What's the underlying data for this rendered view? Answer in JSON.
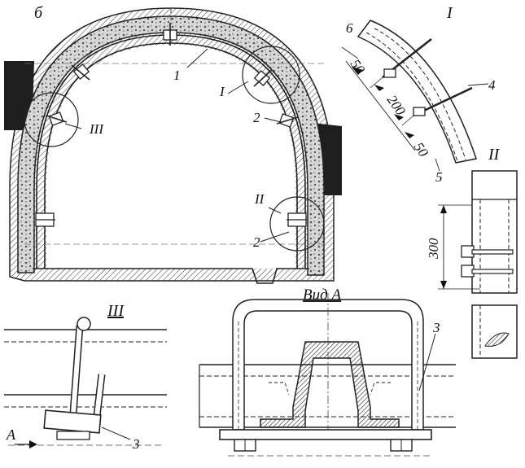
{
  "figure": {
    "label_main": "б",
    "views": {
      "detail_1": "I",
      "detail_2": "II",
      "detail_3": "III",
      "view_a_title": "Вид А"
    },
    "callouts": {
      "n1": "1",
      "n2a": "2",
      "n2b": "2",
      "n3a": "3",
      "n3b": "3",
      "n4": "4",
      "n5": "5",
      "n6": "6",
      "arrow_a": "A",
      "ref_I": "I",
      "ref_II": "II",
      "ref_III": "III"
    },
    "dimensions": {
      "d50_top": "50",
      "d200": "200",
      "d50_bottom": "50",
      "d300": "300"
    }
  }
}
